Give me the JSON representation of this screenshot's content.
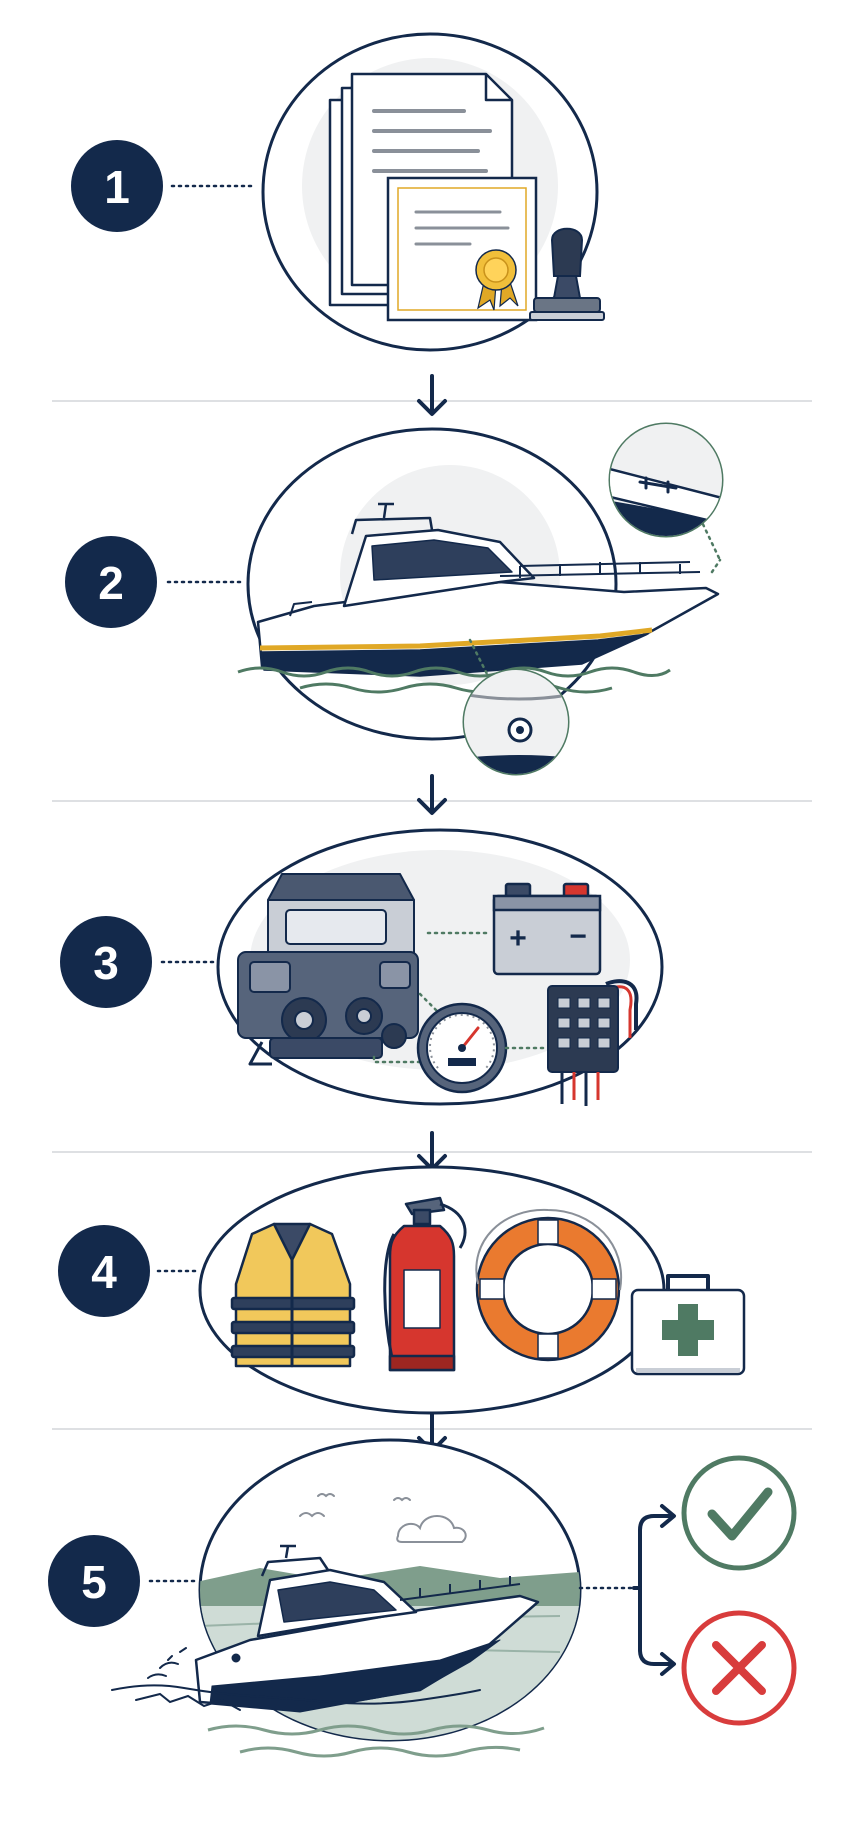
{
  "steps": [
    {
      "number": "1",
      "subject": "documents",
      "icons": [
        "document-stack-icon",
        "certificate-icon",
        "rubber-stamp-icon"
      ]
    },
    {
      "number": "2",
      "subject": "hull",
      "icons": [
        "motor-yacht-icon",
        "cleat-detail-icon",
        "thru-hull-fitting-icon"
      ]
    },
    {
      "number": "3",
      "subject": "engine-and-electrical",
      "icons": [
        "engine-icon",
        "battery-icon",
        "gauge-icon",
        "fuse-panel-icon"
      ]
    },
    {
      "number": "4",
      "subject": "safety-equipment",
      "icons": [
        "life-jacket-icon",
        "fire-extinguisher-icon",
        "life-ring-icon",
        "first-aid-kit-icon"
      ]
    },
    {
      "number": "5",
      "subject": "sea-trial",
      "icons": [
        "yacht-underway-icon",
        "pass-check-icon",
        "fail-x-icon"
      ]
    }
  ],
  "battery": {
    "plus": "+",
    "minus": "−"
  },
  "colors": {
    "navy": "#13294b",
    "gold": "#e0a826",
    "pass_green": "#4f7a63",
    "fail_red": "#d83c3c",
    "orange": "#ea7a2f",
    "extinguisher_red": "#d6362e",
    "vest_yellow": "#f1c85b",
    "divider": "#d3d6da"
  }
}
